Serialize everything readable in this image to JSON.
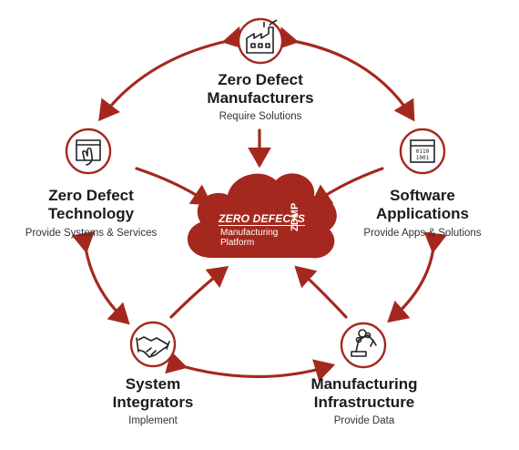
{
  "colors": {
    "accent": "#a5281f",
    "text": "#1b1b1b"
  },
  "center": {
    "brand": "ZERO DEFECTS",
    "line1": "Manufacturing",
    "line2": "Platform",
    "acronym": "ZDMP"
  },
  "nodes": {
    "manufacturers": {
      "title1": "Zero Defect",
      "title2": "Manufacturers",
      "sub": "Require Solutions",
      "icon": "factory-icon"
    },
    "software": {
      "title1": "Software",
      "title2": "Applications",
      "sub": "Provide Apps & Solutions",
      "icon": "binary-window-icon"
    },
    "infrastructure": {
      "title1": "Manufacturing",
      "title2": "Infrastructure",
      "sub": "Provide Data",
      "icon": "robot-arm-icon"
    },
    "integrators": {
      "title1": "System",
      "title2": "Integrators",
      "sub": "Implement",
      "icon": "handshake-icon"
    },
    "technology": {
      "title1": "Zero Defect",
      "title2": "Technology",
      "sub": "Provide Systems & Services",
      "icon": "touch-window-icon"
    }
  }
}
